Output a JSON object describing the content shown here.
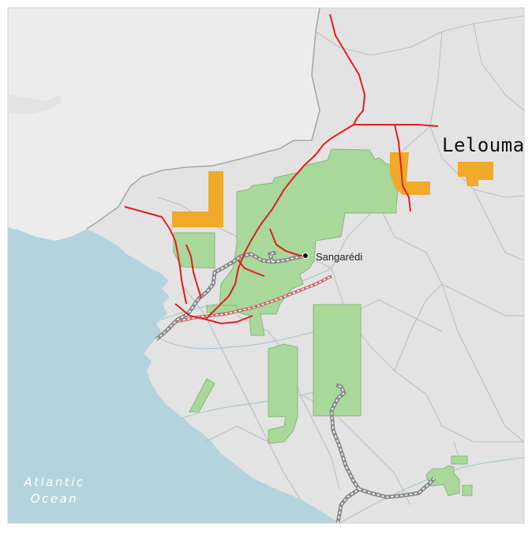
{
  "map": {
    "colors": {
      "ocean": "#b3d4dd",
      "land": "#ececec",
      "land_alt": "#e3e3e3",
      "border": "#a9a9a9",
      "region_line": "#bdbdbd",
      "river": "#9fc4d1",
      "concession_green": "#a8d89a",
      "concession_green_border": "#8bb57e",
      "concession_orange": "#f0a928",
      "road_red": "#e41d1d",
      "railway_gray": "#8a8a8a",
      "railway_red": "#c46f6f"
    },
    "labels": {
      "town": "Sangarédi",
      "region": "Lelouma",
      "ocean_line1": "Atlantic",
      "ocean_line2": "Ocean"
    },
    "icons": {
      "town_marker": "black-dot-icon"
    }
  }
}
